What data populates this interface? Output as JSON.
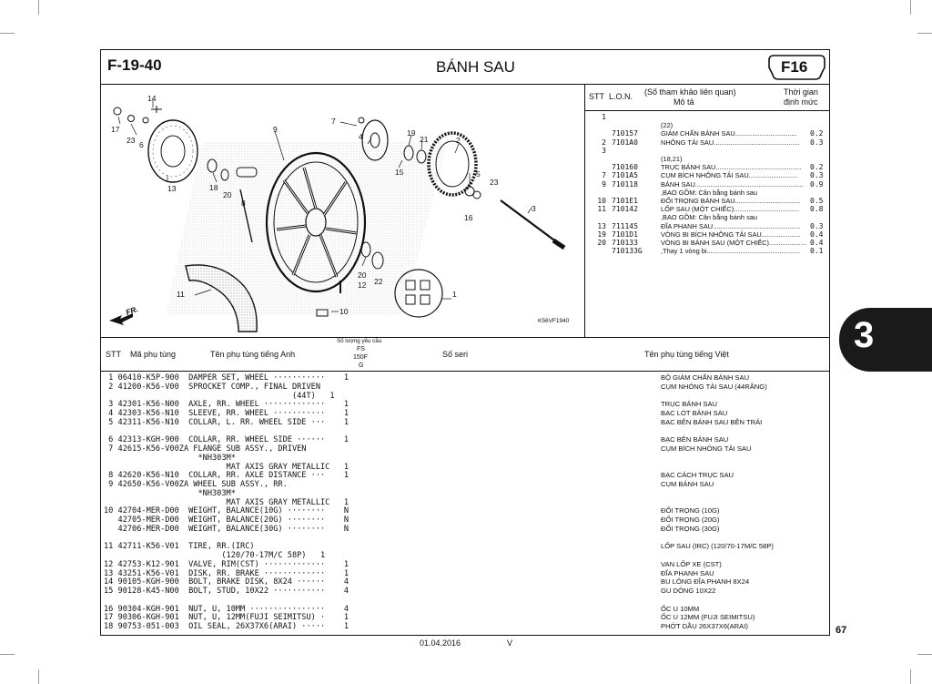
{
  "header": {
    "fig_code": "F-19-40",
    "title": "BÁNH SAU",
    "badge": "F16"
  },
  "reference_table": {
    "headers": {
      "stt": "STT",
      "lon": "L.O.N.",
      "ref_line1": "(Số tham khảo liên quan)",
      "ref_line2": "Mô tả",
      "time_line1": "Thời gian",
      "time_line2": "định mức"
    },
    "rows": [
      {
        "stt": "1",
        "lon": "",
        "desc": "",
        "time": ""
      },
      {
        "stt": "",
        "lon": "",
        "desc": "(22)",
        "time": ""
      },
      {
        "stt": "",
        "lon": "710157",
        "desc": "GIẢM CHẤN BÁNH SAU.................................",
        "time": "0.2"
      },
      {
        "stt": "2",
        "lon": "7101A0",
        "desc": "NHÔNG TẢI SAU..............................................",
        "time": "0.3"
      },
      {
        "stt": "3",
        "lon": "",
        "desc": "",
        "time": ""
      },
      {
        "stt": "",
        "lon": "",
        "desc": "(18,21)",
        "time": ""
      },
      {
        "stt": "",
        "lon": "710160",
        "desc": "TRỤC BÁNH SAU..............................................",
        "time": "0.2"
      },
      {
        "stt": "7",
        "lon": "7101A5",
        "desc": "CỤM BÍCH NHÔNG TẢI SAU..........................",
        "time": "0.3"
      },
      {
        "stt": "9",
        "lon": "710118",
        "desc": "BÁNH SAU..........................................................",
        "time": "0.9"
      },
      {
        "stt": "",
        "lon": "",
        "desc": ",BAO GỒM: Cân bằng bánh sau",
        "time": ""
      },
      {
        "stt": "10",
        "lon": "7101E1",
        "desc": "ĐỐI TRỌNG BÁNH SAU...................................",
        "time": "0.5"
      },
      {
        "stt": "11",
        "lon": "710142",
        "desc": "LỐP SAU (MỘT CHIẾC)...................................",
        "time": "0.8"
      },
      {
        "stt": "",
        "lon": "",
        "desc": ",BAO GỒM: Cân bằng bánh sau",
        "time": ""
      },
      {
        "stt": "13",
        "lon": "711145",
        "desc": "ĐĨA PHANH SAU...............................................",
        "time": "0.3"
      },
      {
        "stt": "19",
        "lon": "7101D1",
        "desc": "VÒNG BI BÍCH NHÔNG TẢI SAU.....................",
        "time": "0.4"
      },
      {
        "stt": "20",
        "lon": "710133",
        "desc": "VÒNG BI BÁNH SAU (MỘT CHIẾC)....................",
        "time": "0.4"
      },
      {
        "stt": "",
        "lon": "710133G",
        "desc": ",Thay 1 vòng bi..................................................",
        "time": "0.1"
      }
    ]
  },
  "diagram": {
    "callouts": [
      "14",
      "17",
      "23",
      "6",
      "13",
      "18",
      "20",
      "8",
      "9",
      "7",
      "4",
      "19",
      "21",
      "15",
      "2",
      "5",
      "23",
      "16",
      "3",
      "20",
      "12",
      "22",
      "1",
      "11",
      "10"
    ],
    "fr_label": "FR.",
    "ref_code": "K56VF1940"
  },
  "parts_table": {
    "headers": {
      "stt": "STT",
      "part_no": "Mã phụ tùng",
      "name_en": "Tên phụ tùng tiếng Anh",
      "qty_line1": "Số lượng yêu cầu",
      "qty_line2": "FS",
      "qty_line3": "150F",
      "qty_line4": "G",
      "serial": "Số seri",
      "name_vi": "Tên phụ tùng tiếng Việt"
    },
    "rows": [
      {
        "line": " 1 06410-K5P-900  DAMPER SET, WHEEL ···········    1",
        "vi": "BỘ GIẢM CHẤN BÁNH SAU"
      },
      {
        "line": " 2 41200-K56-V00  SPROCKET COMP., FINAL DRIVEN",
        "vi": "CỤM NHÔNG TẢI SAU (44RĂNG)"
      },
      {
        "line": "                                        (44T)   1",
        "vi": ""
      },
      {
        "line": " 3 42301-K56-N00  AXLE, RR. WHEEL ·············    1",
        "vi": "TRỤC BÁNH SAU"
      },
      {
        "line": " 4 42303-K56-N10  SLEEVE, RR. WHEEL ···········    1",
        "vi": "BẠC LÓT BÁNH SAU"
      },
      {
        "line": " 5 42311-K56-N10  COLLAR, L. RR. WHEEL SIDE ···    1",
        "vi": "BẠC BÊN BÁNH SAU BÊN TRÁI"
      },
      {
        "line": "",
        "vi": ""
      },
      {
        "line": " 6 42313-KGH-900  COLLAR, RR. WHEEL SIDE ······    1",
        "vi": "BẠC BÊN BÁNH SAU"
      },
      {
        "line": " 7 42615-K56-V00ZA FLANGE SUB ASSY., DRIVEN",
        "vi": "CỤM BÍCH NHÔNG TẢI SAU"
      },
      {
        "line": "                    *NH303M*",
        "vi": ""
      },
      {
        "line": "                          MAT AXIS GRAY METALLIC   1",
        "vi": ""
      },
      {
        "line": " 8 42620-K56-N10  COLLAR, RR. AXLE DISTANCE ···    1",
        "vi": "BẠC CÁCH TRỤC SAU"
      },
      {
        "line": " 9 42650-K56-V00ZA WHEEL SUB ASSY., RR.",
        "vi": "CỤM BÁNH SAU"
      },
      {
        "line": "                    *NH303M*",
        "vi": ""
      },
      {
        "line": "                          MAT AXIS GRAY METALLIC   1",
        "vi": ""
      },
      {
        "line": "10 42704-MER-D00  WEIGHT, BALANCE(10G) ········    N",
        "vi": "ĐỐI TRỌNG (10G)"
      },
      {
        "line": "   42705-MER-D00  WEIGHT, BALANCE(20G) ········    N",
        "vi": "ĐỐI TRỌNG (20G)"
      },
      {
        "line": "   42706-MER-D00  WEIGHT, BALANCE(30G) ········    N",
        "vi": "ĐỐI TRỌNG (30G)"
      },
      {
        "line": "",
        "vi": ""
      },
      {
        "line": "11 42711-K56-V01  TIRE, RR.(IRC)",
        "vi": "LỐP SAU (IRC) (120/70-17M/C 58P)"
      },
      {
        "line": "                         (120/70-17M/C 58P)   1",
        "vi": ""
      },
      {
        "line": "12 42753-K12-901  VALVE, RIM(CST) ·············    1",
        "vi": "VAN LỐP XE (CST)"
      },
      {
        "line": "13 43251-K56-V01  DISK, RR. BRAKE ·············    1",
        "vi": "ĐĨA PHANH SAU"
      },
      {
        "line": "14 90105-KGH-900  BOLT, BRAKE DISK, 8X24 ······    4",
        "vi": "BU LÔNG ĐĨA PHANH 8X24"
      },
      {
        "line": "15 90128-K45-N00  BOLT, STUD, 10X22 ···········    4",
        "vi": "GU DÔNG 10X22"
      },
      {
        "line": "",
        "vi": ""
      },
      {
        "line": "16 90304-KGH-901  NUT, U, 10MM ················    4",
        "vi": "ỐC U 10MM"
      },
      {
        "line": "17 90306-KGH-901  NUT, U, 12MM(FUJI SEIMITSU) ·    1",
        "vi": "ỐC U 12MM (FUJI SEIMITSU)"
      },
      {
        "line": "18 90753-051-003  OIL SEAL, 26X37X6(ARAI) ·····    1",
        "vi": "PHỚT DẦU 26X37X6(ARAI)"
      }
    ]
  },
  "footer": {
    "date": "01.04.2016",
    "version": "V",
    "page": "67",
    "section_tab": "3"
  }
}
